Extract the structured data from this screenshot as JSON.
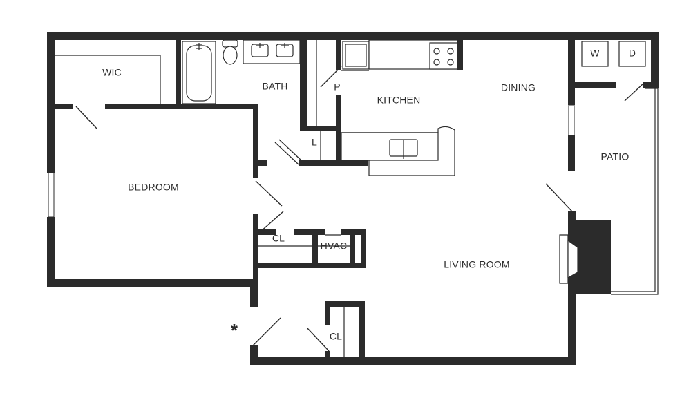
{
  "rooms": {
    "wic": "WIC",
    "bath": "BATH",
    "kitchen": "KITCHEN",
    "dining": "DINING",
    "pantry": "P",
    "linen": "L",
    "bedroom": "BEDROOM",
    "patio": "PATIO",
    "closet_bedroom": "CL",
    "hvac": "HVAC",
    "living_room": "LIVING ROOM",
    "closet_entry": "CL"
  },
  "appliances": {
    "washer": "W",
    "dryer": "D"
  },
  "entry_marker": "*",
  "colors": {
    "wall": "#2b2b2b",
    "fixture_line": "#2b2b2b",
    "background": "#ffffff"
  }
}
